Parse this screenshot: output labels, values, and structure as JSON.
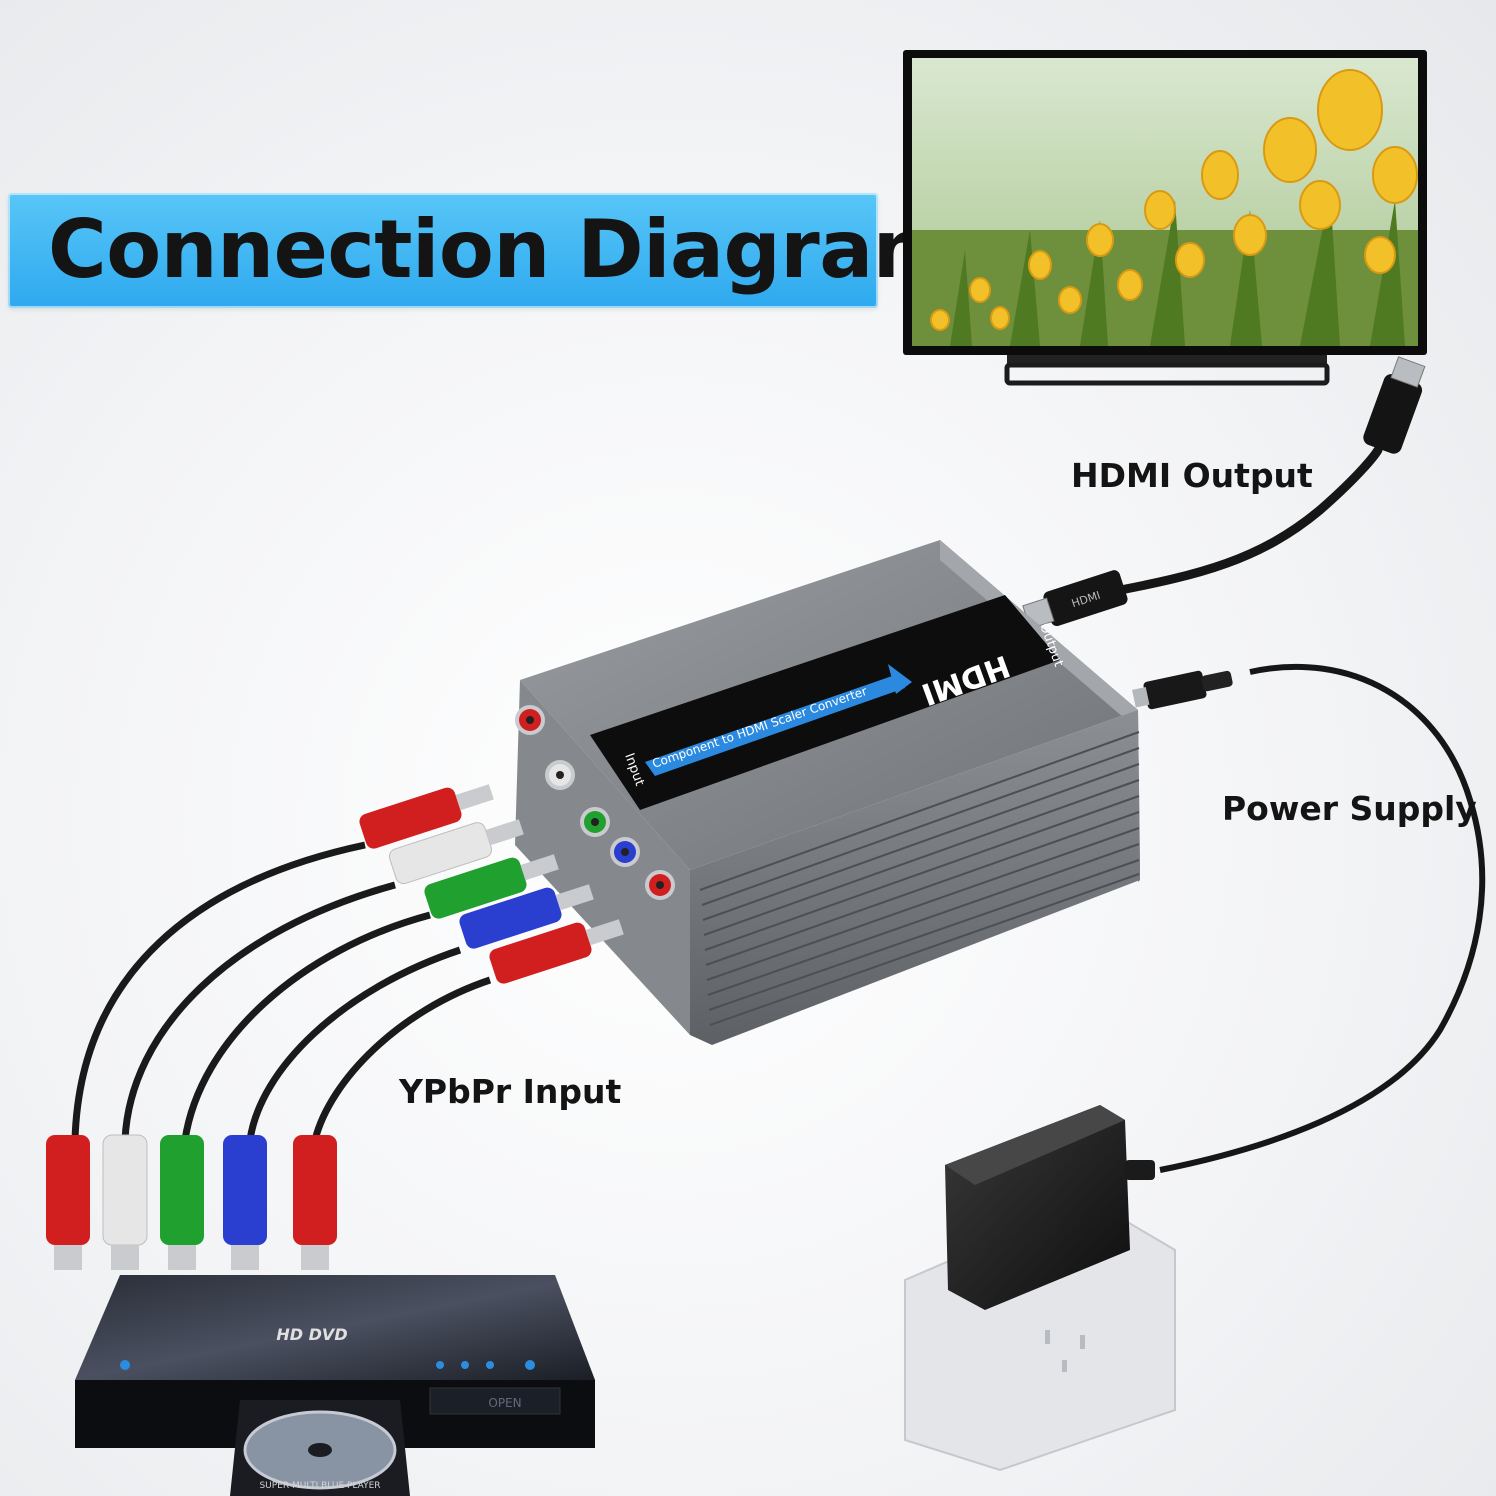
{
  "title": "Connection Diagram",
  "labels": {
    "hdmi_output": "HDMI Output",
    "power_supply": "Power Supply",
    "ypbpr_input": "YPbPr Input"
  },
  "converter": {
    "stripe_text": "Component to HDMI Scaler Converter",
    "logo_text": "HDMI",
    "input_text": "Input",
    "output_text": "Output"
  },
  "hdmi_plug_text": "HDMI",
  "dvd_player": {
    "logo_text": "HD DVD",
    "display_text": "OPEN",
    "tray_text": "SUPER MULTI BLUE PLAYER"
  },
  "colors": {
    "banner": "#3bb5f3",
    "red": "#d11f1f",
    "white": "#e6e6e6",
    "green": "#1fa02f",
    "blue": "#2a3fd0",
    "converter_body": "#7b7e83"
  },
  "rca_plugs": [
    "red",
    "white",
    "green",
    "blue",
    "red"
  ]
}
